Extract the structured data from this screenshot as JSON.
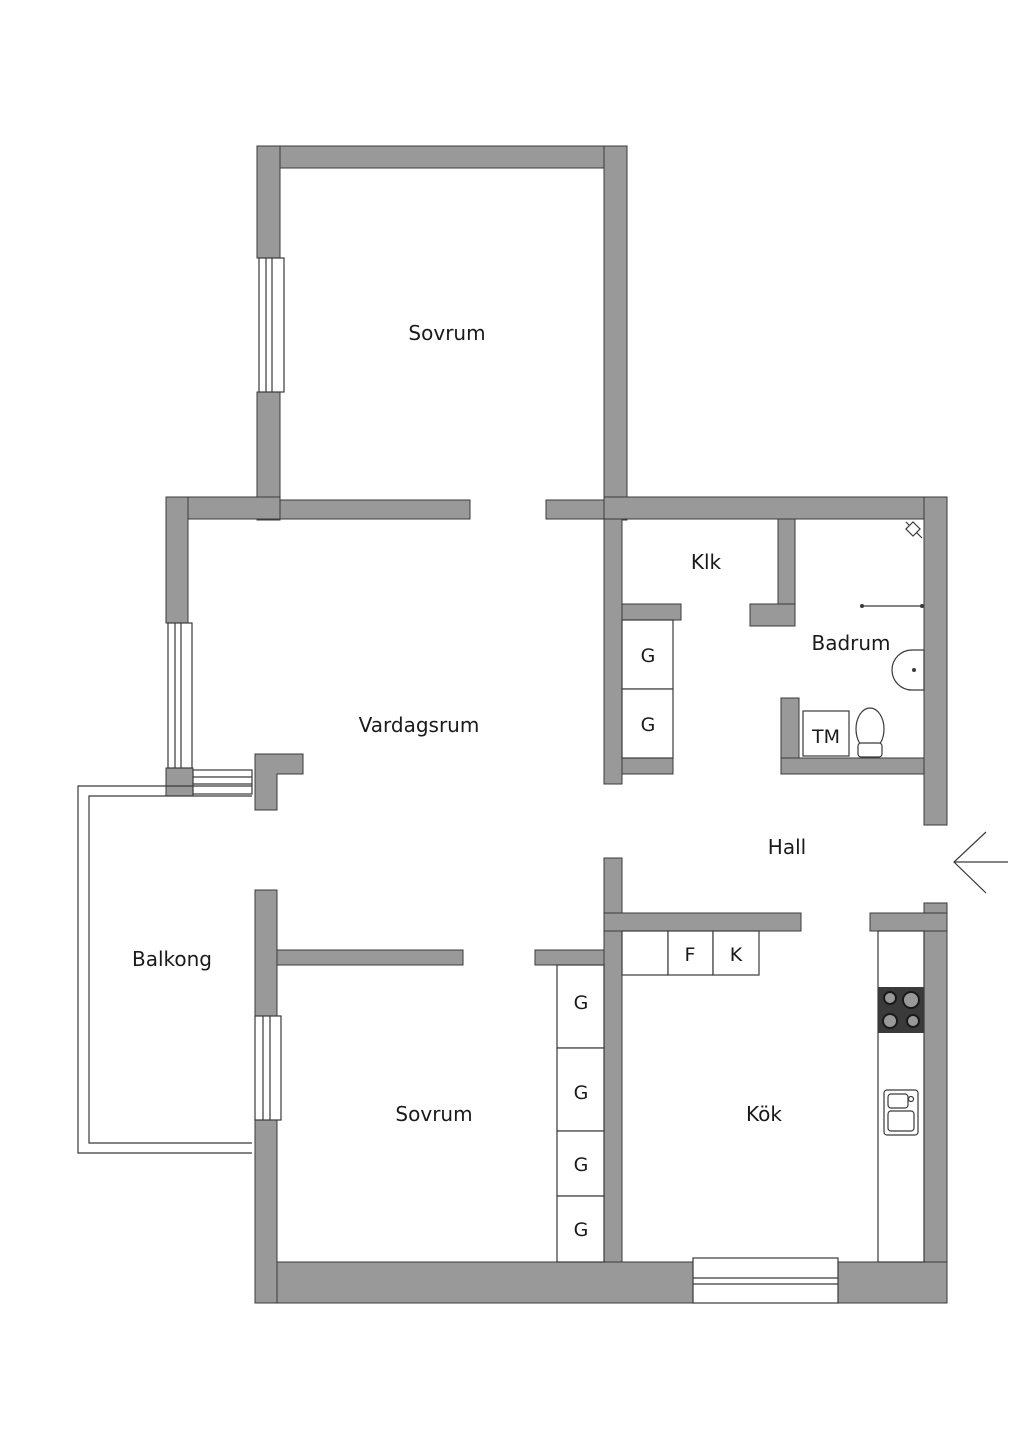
{
  "rooms": {
    "sovrum_top": "Sovrum",
    "vardagsrum": "Vardagsrum",
    "klk": "Klk",
    "badrum": "Badrum",
    "hall": "Hall",
    "balkong": "Balkong",
    "sovrum_bottom": "Sovrum",
    "kok": "Kök"
  },
  "fixtures": {
    "wardrobe": "G",
    "laundry": "TM",
    "fridge": "F",
    "freezer": "K"
  },
  "colors": {
    "wall": "#999999",
    "outline": "#3a3a3a",
    "background": "#ffffff"
  },
  "icons": [
    "entrance-arrow-icon",
    "stove-icon",
    "sink-icon",
    "toilet-icon",
    "washbasin-icon",
    "shower-icon"
  ]
}
